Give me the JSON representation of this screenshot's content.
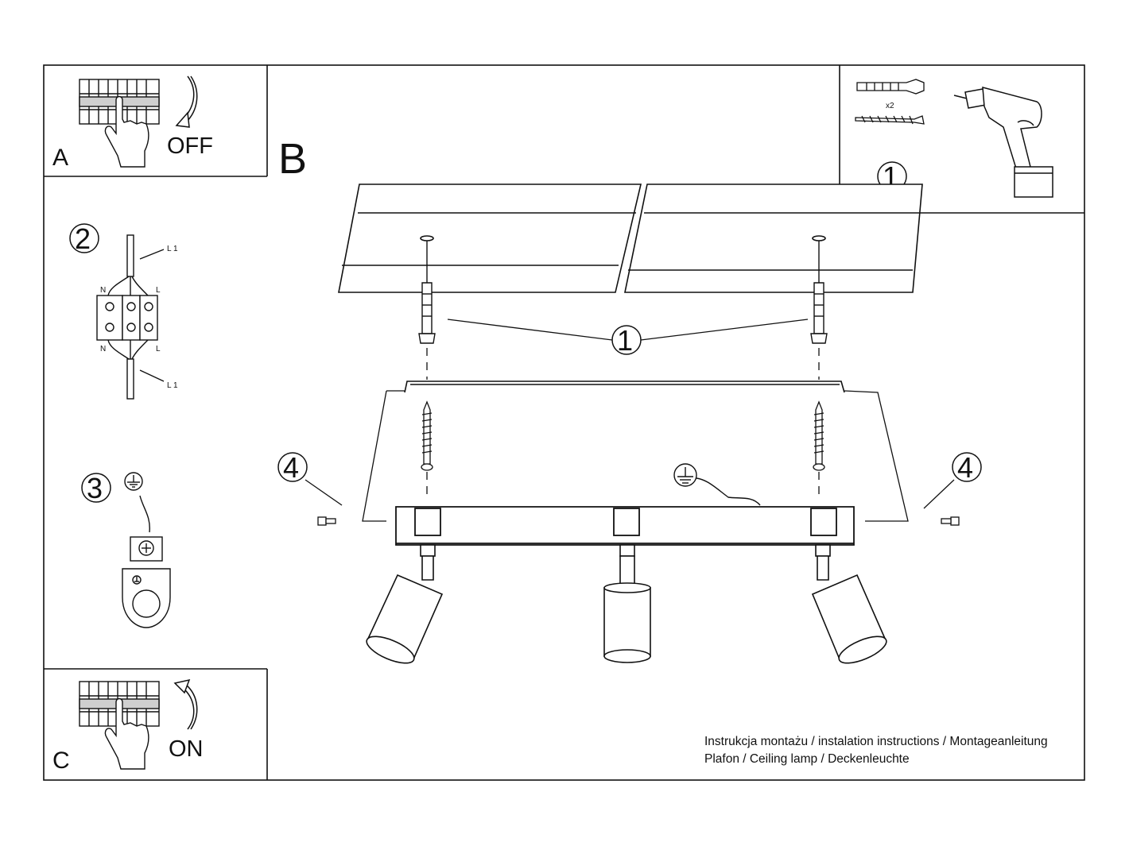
{
  "panels": {
    "a": {
      "letter": "A",
      "state": "OFF"
    },
    "b": {
      "letter": "B"
    },
    "c": {
      "letter": "C",
      "state": "ON"
    }
  },
  "steps": {
    "mount": "1",
    "wiring": "2",
    "ground": "3",
    "screws": "4"
  },
  "wiring_labels": {
    "n": "N",
    "l": "L",
    "l1": "L 1"
  },
  "tools": {
    "quantity": "x2"
  },
  "footer": {
    "line1": "Instrukcja montażu / instalation instructions / Montageanleitung",
    "line2": "Plafon / Ceiling lamp / Deckenleuchte"
  },
  "icons": [
    "circuit-breaker-icon",
    "hand-icon",
    "rotate-arrow-icon",
    "drill-icon",
    "wall-plug-icon",
    "screw-icon",
    "ground-symbol-icon",
    "terminal-block-icon"
  ]
}
